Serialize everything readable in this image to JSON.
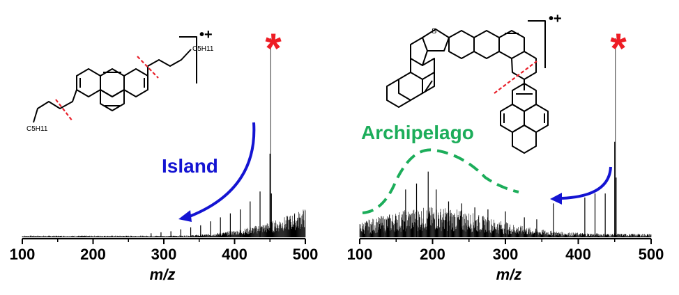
{
  "colors": {
    "island": "#1414d2",
    "archipelago": "#1cad5a",
    "star": "#ee1c24",
    "cleave": "#e8202a",
    "ink": "#000000"
  },
  "chart_data": [
    {
      "type": "bar",
      "panel": "left",
      "xlabel": "m/z",
      "xlim": [
        100,
        500
      ],
      "ticks": [
        "100",
        "200",
        "300",
        "400",
        "500"
      ],
      "annotation": "Island",
      "parent_marker": "*",
      "parent_mz": 451,
      "radical_cation": "•+",
      "substituent_labels": [
        "C5H11",
        "C5H11"
      ],
      "peaks": [
        {
          "x": 451,
          "y": 1.0
        },
        {
          "x": 450,
          "y": 0.42
        },
        {
          "x": 452,
          "y": 0.22
        },
        {
          "x": 436,
          "y": 0.23
        },
        {
          "x": 422,
          "y": 0.18
        },
        {
          "x": 408,
          "y": 0.14
        },
        {
          "x": 394,
          "y": 0.12
        },
        {
          "x": 380,
          "y": 0.1
        },
        {
          "x": 366,
          "y": 0.08
        },
        {
          "x": 352,
          "y": 0.06
        },
        {
          "x": 338,
          "y": 0.05
        },
        {
          "x": 324,
          "y": 0.04
        },
        {
          "x": 310,
          "y": 0.03
        },
        {
          "x": 296,
          "y": 0.025
        },
        {
          "x": 282,
          "y": 0.02
        }
      ]
    },
    {
      "type": "bar",
      "panel": "right",
      "xlabel": "m/z",
      "xlim": [
        100,
        500
      ],
      "ticks": [
        "100",
        "200",
        "300",
        "400",
        "500"
      ],
      "annotation": "Archipelago",
      "parent_marker": "*",
      "parent_mz": 451,
      "radical_cation": "•+",
      "heteroatom_label": "S",
      "peaks": [
        {
          "x": 451,
          "y": 1.0
        },
        {
          "x": 450,
          "y": 0.48
        },
        {
          "x": 452,
          "y": 0.3
        },
        {
          "x": 437,
          "y": 0.22
        },
        {
          "x": 423,
          "y": 0.22
        },
        {
          "x": 409,
          "y": 0.2
        },
        {
          "x": 366,
          "y": 0.17
        },
        {
          "x": 194,
          "y": 0.33
        },
        {
          "x": 178,
          "y": 0.27
        },
        {
          "x": 163,
          "y": 0.24
        },
        {
          "x": 205,
          "y": 0.24
        },
        {
          "x": 222,
          "y": 0.18
        },
        {
          "x": 240,
          "y": 0.17
        },
        {
          "x": 258,
          "y": 0.15
        },
        {
          "x": 276,
          "y": 0.14
        },
        {
          "x": 300,
          "y": 0.13
        },
        {
          "x": 326,
          "y": 0.1
        },
        {
          "x": 343,
          "y": 0.09
        },
        {
          "x": 150,
          "y": 0.09
        },
        {
          "x": 132,
          "y": 0.06
        }
      ]
    }
  ]
}
